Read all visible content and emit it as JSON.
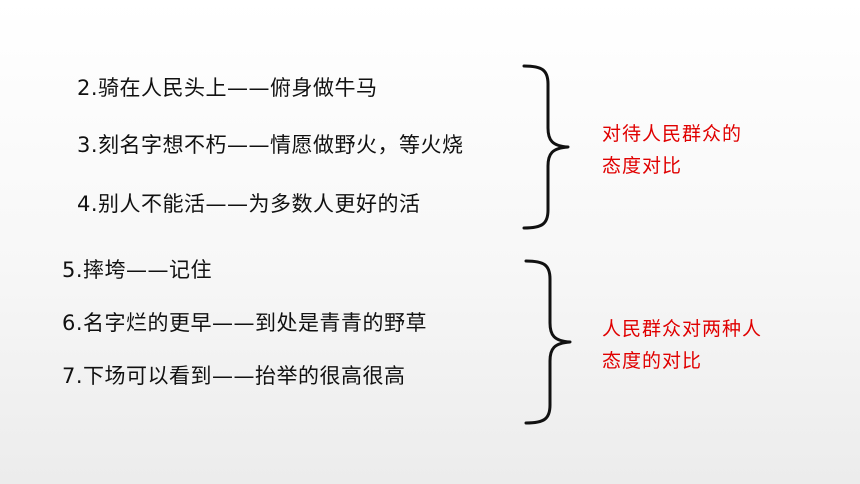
{
  "group1": {
    "items": [
      "2.骑在人民头上——俯身做牛马",
      "3.刻名字想不朽——情愿做野火，等火烧",
      "4.别人不能活——为多数人更好的活"
    ],
    "summary": [
      "对待人民群众的",
      "态度对比"
    ]
  },
  "group2": {
    "items": [
      "5.摔垮——记住",
      "6.名字烂的更早——到处是青青的野草",
      "7.下场可以看到——抬举的很高很高"
    ],
    "summary": [
      "人民群众对两种人",
      "态度的对比"
    ]
  },
  "colors": {
    "text": "#111111",
    "summary": "#e00000",
    "brace": "#111111"
  }
}
